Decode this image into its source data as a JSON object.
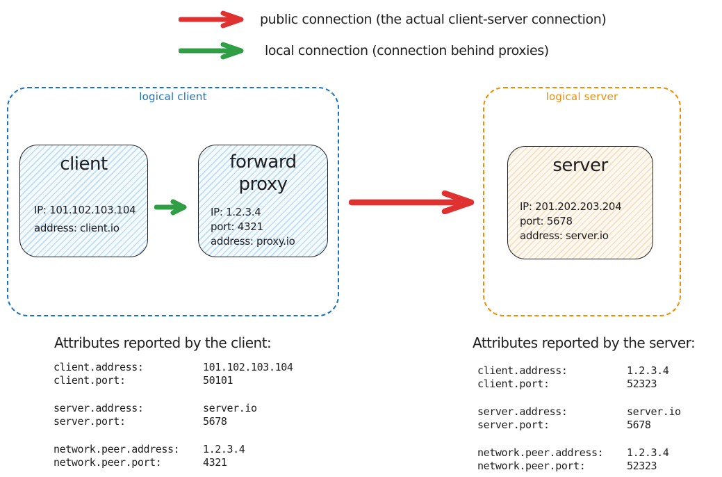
{
  "colors": {
    "red": "#e03131",
    "green": "#2f9e44",
    "blue": "#1971c2",
    "orange": "#f08c00",
    "ink": "#1e1e1e"
  },
  "legend": {
    "items": [
      {
        "color": "#e03131",
        "label": "public connection (the actual client-server connection)"
      },
      {
        "color": "#2f9e44",
        "label": "local connection (connection behind proxies)"
      }
    ]
  },
  "groups": {
    "logical_client": {
      "label": "logical client",
      "border_color": "#1971c2"
    },
    "logical_server": {
      "label": "logical server",
      "border_color": "#f08c00"
    }
  },
  "nodes": {
    "client": {
      "title": "client",
      "lines": [
        "IP: 101.102.103.104",
        "address: client.io"
      ]
    },
    "forward_proxy": {
      "title": "forward proxy",
      "lines": [
        "IP: 1.2.3.4",
        "port: 4321",
        "address: proxy.io"
      ]
    },
    "server": {
      "title": "server",
      "lines": [
        "IP: 201.202.203.204",
        "port: 5678",
        "address: server.io"
      ]
    }
  },
  "attributes_client": {
    "heading": "Attributes reported by the client:",
    "groups": [
      [
        {
          "key": "client.address:",
          "value": "101.102.103.104"
        },
        {
          "key": "client.port:",
          "value": "50101"
        }
      ],
      [
        {
          "key": "server.address:",
          "value": "server.io"
        },
        {
          "key": "server.port:",
          "value": "5678"
        }
      ],
      [
        {
          "key": "network.peer.address:",
          "value": "1.2.3.4"
        },
        {
          "key": "network.peer.port:",
          "value": "4321"
        }
      ]
    ]
  },
  "attributes_server": {
    "heading": "Attributes reported by the server:",
    "groups": [
      [
        {
          "key": "client.address:",
          "value": "1.2.3.4"
        },
        {
          "key": "client.port:",
          "value": "52323"
        }
      ],
      [
        {
          "key": "server.address:",
          "value": "server.io"
        },
        {
          "key": "server.port:",
          "value": "5678"
        }
      ],
      [
        {
          "key": "network.peer.address:",
          "value": "1.2.3.4"
        },
        {
          "key": "network.peer.port:",
          "value": "52323"
        }
      ]
    ]
  }
}
